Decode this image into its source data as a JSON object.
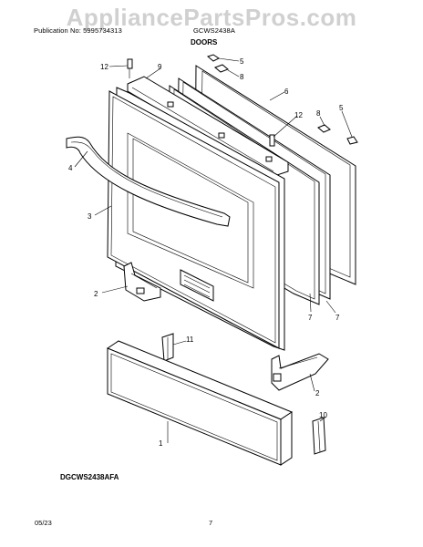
{
  "header": {
    "publication": "Publication No: 5995734313",
    "model": "GCWS2438A",
    "section_title": "DOORS"
  },
  "watermark": "AppliancePartsPros.com",
  "callouts": [
    "12",
    "9",
    "5",
    "8",
    "6",
    "12",
    "8",
    "5",
    "4",
    "3",
    "2",
    "7",
    "7",
    "11",
    "2",
    "10",
    "1"
  ],
  "footer": {
    "model_code": "DGCWS2438AFA",
    "date": "05/23",
    "page_number": "7"
  }
}
